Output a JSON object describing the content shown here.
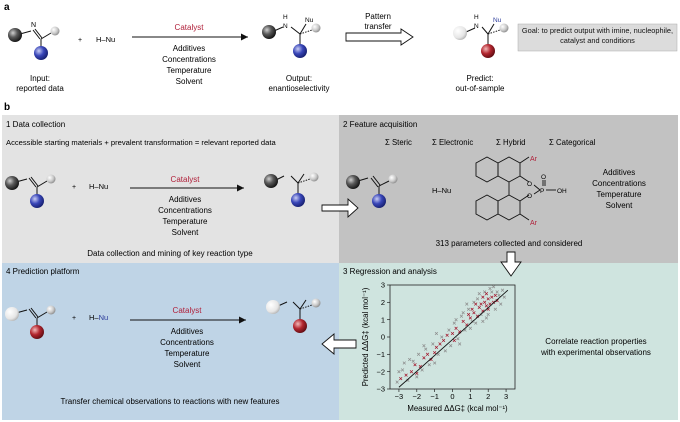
{
  "panel_a": {
    "letter": "a",
    "input_caption": [
      "Input:",
      "reported data"
    ],
    "reagent": "H–Nu",
    "plus": "+",
    "catalyst": "Catalyst",
    "conditions": [
      "Additives",
      "Concentrations",
      "Temperature",
      "Solvent"
    ],
    "output_caption": [
      "Output:",
      "enantioselectivity"
    ],
    "transfer_label": [
      "Pattern",
      "transfer"
    ],
    "predict_caption": [
      "Predict:",
      "out-of-sample"
    ],
    "goal_text": "Goal: to predict output with imine, nucleophile, catalyst and conditions",
    "atom_labels": {
      "N": "N",
      "H": "H",
      "Nu": "Nu"
    }
  },
  "panel_b": {
    "letter": "b",
    "p1": {
      "title": "1  Data collection",
      "subtitle": "Accessible starting materials + prevalent transformation = relevant reported data",
      "reagent": "H–Nu",
      "plus": "+",
      "catalyst": "Catalyst",
      "conditions": [
        "Additives",
        "Concentrations",
        "Temperature",
        "Solvent"
      ],
      "footer": "Data collection and mining of key reaction type"
    },
    "p2": {
      "title": "2  Feature acquisition",
      "features": [
        "Σ Steric",
        "Σ Electronic",
        "Σ Hybrid",
        "Σ Categorical"
      ],
      "reagent": "H–Nu",
      "cat_labels": {
        "ar_top": "Ar",
        "ar_bottom": "Ar",
        "o1": "O",
        "o2": "O",
        "p": "P",
        "p_o": "O",
        "oh": "OH"
      },
      "conditions": [
        "Additives",
        "Concentrations",
        "Temperature",
        "Solvent"
      ],
      "footer": "313 parameters collected and considered"
    },
    "p3": {
      "title": "3  Regression and analysis",
      "text": [
        "Correlate reaction properties",
        "with experimental observations"
      ]
    },
    "p4": {
      "title": "4  Prediction platform",
      "reagent_h": "H–",
      "reagent_nu": "Nu",
      "plus": "+",
      "catalyst": "Catalyst",
      "conditions": [
        "Additives",
        "Concentrations",
        "Temperature",
        "Solvent"
      ],
      "footer": "Transfer chemical observations to reactions with new features"
    }
  },
  "colors": {
    "catalyst_red": "#b0203a",
    "nu_blue": "#2a3a9a",
    "panel1_bg": "#e3e3e3",
    "panel2_bg": "#c2c2c2",
    "panel3_bg": "#cfe4df",
    "panel4_bg": "#bfd4e6",
    "goal_bg": "#dcdcdc",
    "point_red": "#a3162c",
    "point_gray": "#8c8c8c"
  },
  "chart_data": {
    "type": "scatter",
    "xlabel": "Measured ΔΔG‡ (kcal mol⁻¹)",
    "ylabel": "Predicted ΔΔG‡ (kcal mol⁻¹)",
    "xlim": [
      -3.5,
      3.5
    ],
    "ylim": [
      -3,
      3
    ],
    "xticks": [
      -3,
      -2,
      -1,
      0,
      1,
      2,
      3
    ],
    "yticks": [
      -3,
      -2,
      -1,
      0,
      1,
      2,
      3
    ],
    "xtick_labels": [
      "−3",
      "−2",
      "−1",
      "0",
      "1",
      "2",
      "3"
    ],
    "ytick_labels": [
      "−3",
      "−2",
      "−1",
      "0",
      "1",
      "2",
      "3"
    ],
    "fit_line": [
      [
        -3,
        -2.9
      ],
      [
        3.1,
        2.7
      ]
    ],
    "series": [
      {
        "marker": "x",
        "color": "#a3162c",
        "points": [
          [
            -2.9,
            -2.4
          ],
          [
            -2.6,
            -2.2
          ],
          [
            -2.3,
            -2.0
          ],
          [
            -2.1,
            -1.6
          ],
          [
            -1.8,
            -1.7
          ],
          [
            -1.6,
            -1.2
          ],
          [
            -1.4,
            -1.0
          ],
          [
            -1.2,
            -1.3
          ],
          [
            -0.9,
            -0.6
          ],
          [
            -0.7,
            -0.4
          ],
          [
            -0.5,
            -0.2
          ],
          [
            -0.3,
            0.1
          ],
          [
            0.0,
            0.2
          ],
          [
            0.2,
            0.5
          ],
          [
            0.4,
            0.3
          ],
          [
            0.6,
            0.9
          ],
          [
            0.8,
            0.7
          ],
          [
            1.0,
            1.1
          ],
          [
            1.2,
            1.4
          ],
          [
            1.4,
            1.2
          ],
          [
            1.5,
            1.7
          ],
          [
            1.6,
            1.9
          ],
          [
            1.7,
            1.5
          ],
          [
            1.8,
            2.0
          ],
          [
            1.9,
            1.8
          ],
          [
            2.0,
            2.2
          ],
          [
            2.1,
            1.9
          ],
          [
            2.2,
            2.3
          ],
          [
            2.3,
            2.0
          ],
          [
            2.4,
            2.4
          ],
          [
            1.3,
            1.9
          ],
          [
            1.7,
            2.3
          ],
          [
            2.0,
            1.6
          ],
          [
            2.5,
            2.1
          ],
          [
            1.1,
            1.6
          ],
          [
            0.9,
            1.3
          ],
          [
            -2.0,
            -2.1
          ],
          [
            -1.0,
            -0.9
          ],
          [
            0.1,
            -0.2
          ],
          [
            1.9,
            2.5
          ]
        ]
      },
      {
        "marker": "x",
        "color": "#8c8c8c",
        "points": [
          [
            -3.1,
            -2.6
          ],
          [
            -2.8,
            -1.9
          ],
          [
            -2.5,
            -2.5
          ],
          [
            -2.2,
            -1.4
          ],
          [
            -2.0,
            -2.3
          ],
          [
            -1.9,
            -1.0
          ],
          [
            -1.7,
            -1.9
          ],
          [
            -1.5,
            -0.7
          ],
          [
            -1.3,
            -1.6
          ],
          [
            -1.1,
            -0.4
          ],
          [
            -1.0,
            -1.5
          ],
          [
            -0.8,
            -1.0
          ],
          [
            -0.6,
            0.0
          ],
          [
            -0.4,
            -0.8
          ],
          [
            -0.2,
            0.4
          ],
          [
            -0.1,
            -0.5
          ],
          [
            0.1,
            0.8
          ],
          [
            0.3,
            -0.1
          ],
          [
            0.5,
            1.2
          ],
          [
            0.7,
            0.4
          ],
          [
            0.9,
            1.6
          ],
          [
            1.0,
            0.5
          ],
          [
            1.1,
            0.9
          ],
          [
            1.3,
            0.8
          ],
          [
            1.4,
            2.2
          ],
          [
            1.6,
            1.3
          ],
          [
            1.8,
            2.6
          ],
          [
            2.0,
            1.3
          ],
          [
            2.2,
            2.6
          ],
          [
            2.4,
            1.6
          ],
          [
            2.6,
            2.4
          ],
          [
            2.7,
            1.9
          ],
          [
            2.8,
            2.7
          ],
          [
            1.5,
            2.5
          ],
          [
            1.2,
            2.0
          ],
          [
            0.8,
            1.9
          ],
          [
            0.6,
            1.4
          ],
          [
            2.1,
            2.8
          ],
          [
            2.3,
            2.9
          ],
          [
            2.5,
            2.6
          ],
          [
            -2.7,
            -1.5
          ],
          [
            -2.4,
            -1.3
          ],
          [
            -1.6,
            -0.5
          ],
          [
            0.2,
            1.0
          ],
          [
            0.4,
            -0.4
          ],
          [
            1.7,
            0.9
          ],
          [
            2.9,
            2.3
          ],
          [
            -0.9,
            0.2
          ],
          [
            -3.0,
            -2.0
          ],
          [
            1.9,
            1.1
          ]
        ]
      }
    ]
  }
}
